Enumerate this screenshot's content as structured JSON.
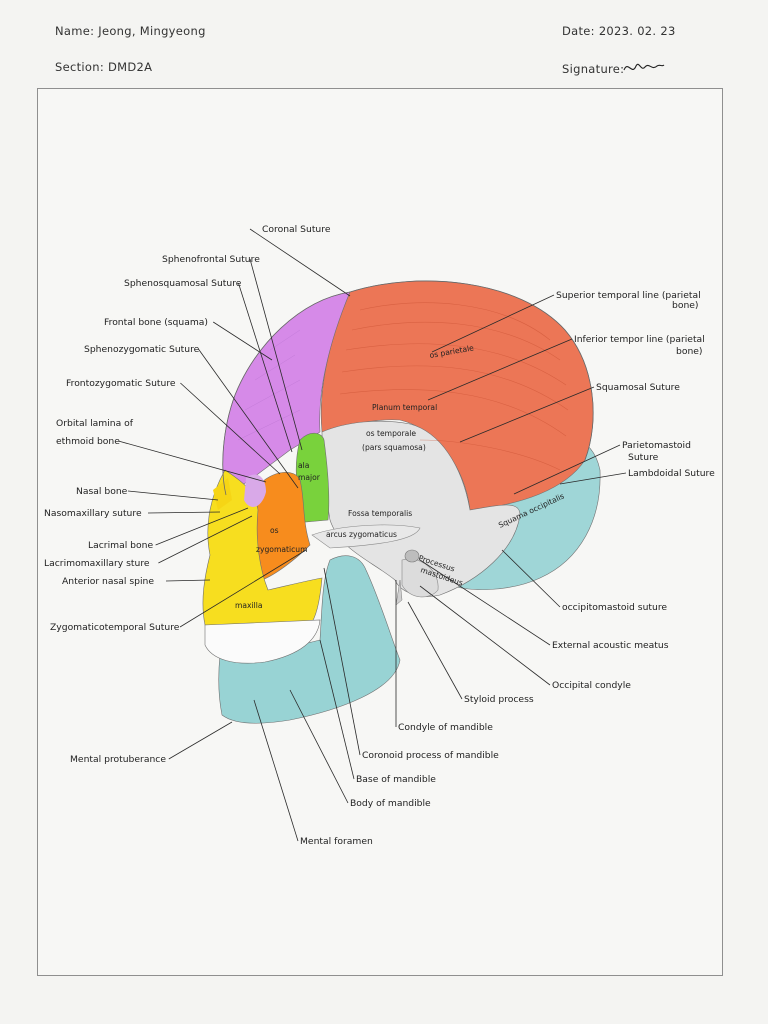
{
  "header": {
    "name_label": "Name: Jeong, Mingyeong",
    "section_label": "Section: DMD2A",
    "date_label": "Date: 2023. 02. 23",
    "signature_label": "Signature:"
  },
  "colors": {
    "frontal": "#d68ae8",
    "parietal": "#ec7656",
    "temporal": "#e4e4e4",
    "occipital": "#9fd6d7",
    "maxilla": "#f7de1f",
    "zygomatic": "#f78c1d",
    "sphenoid": "#79d23c",
    "mandible": "#98d3d4",
    "teeth": "#fbfbfb"
  },
  "labels": [
    "Coronal Suture",
    "Sphenofrontal Suture",
    "Sphenosquamosal Suture",
    "Frontal bone (squama)",
    "Sphenozygomatic Suture",
    "Frontozygomatic Suture",
    "Orbital lamina of",
    "ethmoid bone",
    "Nasal bone",
    "Nasomaxillary suture",
    "Lacrimal bone",
    "Lacrimomaxillary sture",
    "Anterior nasal spine",
    "Zygomaticotemporal Suture",
    "Mental protuberance",
    "Superior temporal line (parietal",
    "bone)",
    "Inferior tempor line (parietal",
    "bone)",
    "Squamosal Suture",
    "Parietomastoid",
    "Suture",
    "Lambdoidal Suture",
    "occipitomastoid suture",
    "External acoustic meatus",
    "Occipital condyle",
    "Styloid process",
    "Condyle of mandible",
    "Coronoid process of mandible",
    "Base of mandible",
    "Body of mandible",
    "Mental foramen"
  ],
  "inner_labels": [
    "os parietale",
    "Planum temporal",
    "os temporale",
    "(pars squamosa)",
    "ala",
    "major",
    "Fossa temporalis",
    "arcus zygomaticus",
    "os",
    "zygomaticum",
    "Processus",
    "mastoideus",
    "Squama occipitalis",
    "maxilla"
  ]
}
